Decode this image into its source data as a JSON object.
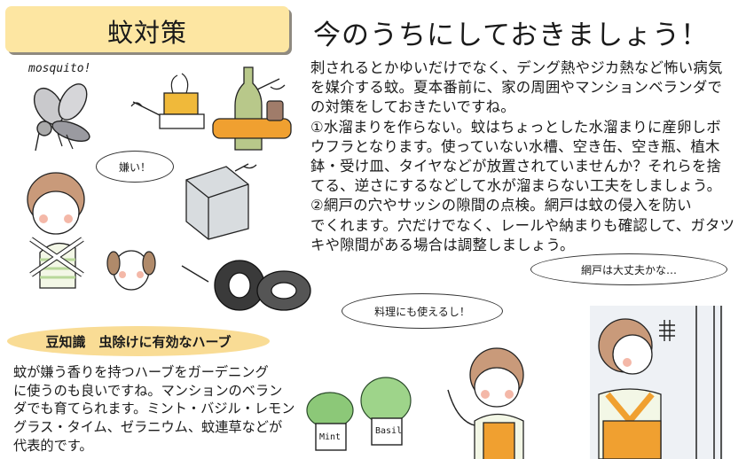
{
  "header": {
    "section_title": "蚊対策",
    "headline": "今のうちにしておきましょう！"
  },
  "main": {
    "body_lines": [
      "刺されるとかゆいだけでなく、デング熱やジカ熱など怖い病気",
      "を媒介する蚊。夏本番前に、家の周囲やマンションベランダで",
      "の対策をしておきたいですね。",
      "①水溜まりを作らない。蚊はちょっとした水溜まりに産卵しボ",
      "ウフラとなります。使っていない水槽、空き缶、空き瓶、植木",
      "鉢・受け皿、タイヤなどが放置されていませんか？それらを捨",
      "てる、逆さにするなどして水が溜まらない工夫をしましょう。",
      "②網戸の穴やサッシの隙間の点検。網戸は蚊の侵入を防い",
      "でくれます。穴だけでなく、レールや納まりも確認して、ガタツ",
      "キや隙間がある場合は調整しましょう。"
    ]
  },
  "tip": {
    "heading": "豆知識　虫除けに有効なハーブ",
    "lines": [
      "蚊が嫌う香りを持つハーブをガーデニング",
      "に使うのも良いですね。マンションのベラン",
      "ダでも育てられます。ミント・バジル・レモン",
      "グラス・タイム、ゼラニウム、蚊連草などが",
      "代表的です。"
    ]
  },
  "illustrations": {
    "mosquito_label": "mosquito!",
    "girl_bubble": "嫌い！",
    "cook_bubble": "料理にも使えるし！",
    "screen_bubble": "網戸は大丈夫かな…",
    "pot_labels": [
      "Mint",
      "Basil"
    ]
  },
  "colors": {
    "title_bg": "#fde6a2",
    "tip_bg": "#f9dc95",
    "apron": "#f0a030",
    "leaf": "#8cc878",
    "tire": "#3a3a3a",
    "bottle_green": "#b8c88a",
    "bottle_amber": "#f0a030"
  }
}
